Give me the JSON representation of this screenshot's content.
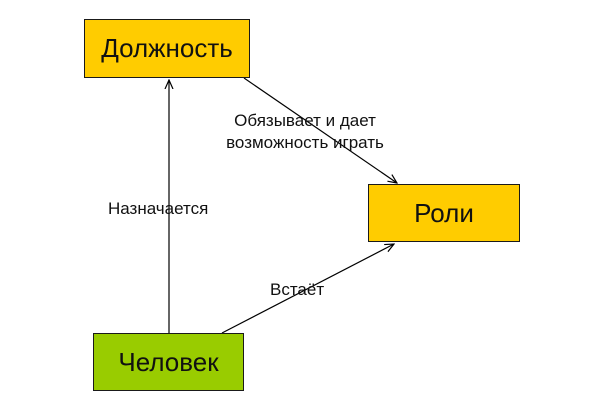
{
  "colors": {
    "position_fill": "#ffcc00",
    "roles_fill": "#ffcc00",
    "person_fill": "#99cc00",
    "edge": "#000000"
  },
  "nodes": {
    "position": {
      "label": "Должность"
    },
    "roles": {
      "label": "Роли"
    },
    "person": {
      "label": "Человек"
    }
  },
  "edges": {
    "person_to_position": {
      "label": "Назначается"
    },
    "position_to_roles": {
      "line1": "Обязывает и дает",
      "line2": "возможность играть"
    },
    "person_to_roles": {
      "label": "Встаёт"
    }
  }
}
